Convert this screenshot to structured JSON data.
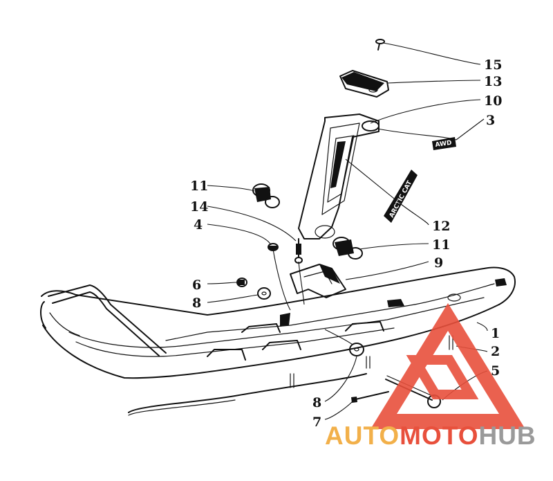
{
  "callouts": [
    {
      "id": "15",
      "label": "15"
    },
    {
      "id": "13",
      "label": "13"
    },
    {
      "id": "10",
      "label": "10"
    },
    {
      "id": "3",
      "label": "3"
    },
    {
      "id": "11a",
      "label": "11"
    },
    {
      "id": "14",
      "label": "14"
    },
    {
      "id": "4",
      "label": "4"
    },
    {
      "id": "12",
      "label": "12"
    },
    {
      "id": "11b",
      "label": "11"
    },
    {
      "id": "9",
      "label": "9"
    },
    {
      "id": "6",
      "label": "6"
    },
    {
      "id": "8a",
      "label": "8"
    },
    {
      "id": "1",
      "label": "1"
    },
    {
      "id": "2",
      "label": "2"
    },
    {
      "id": "5",
      "label": "5"
    },
    {
      "id": "8b",
      "label": "8"
    },
    {
      "id": "7",
      "label": "7"
    }
  ],
  "decals": {
    "arctic_cat": "ARCTIC CAT",
    "awd": "AWD"
  },
  "watermark": {
    "part1": "AUTO",
    "part2": "MOTO",
    "part3": "HUB",
    "color_red": "#e8503c",
    "color_orange": "#f2b04a",
    "color_gray": "#9a9a9a"
  }
}
